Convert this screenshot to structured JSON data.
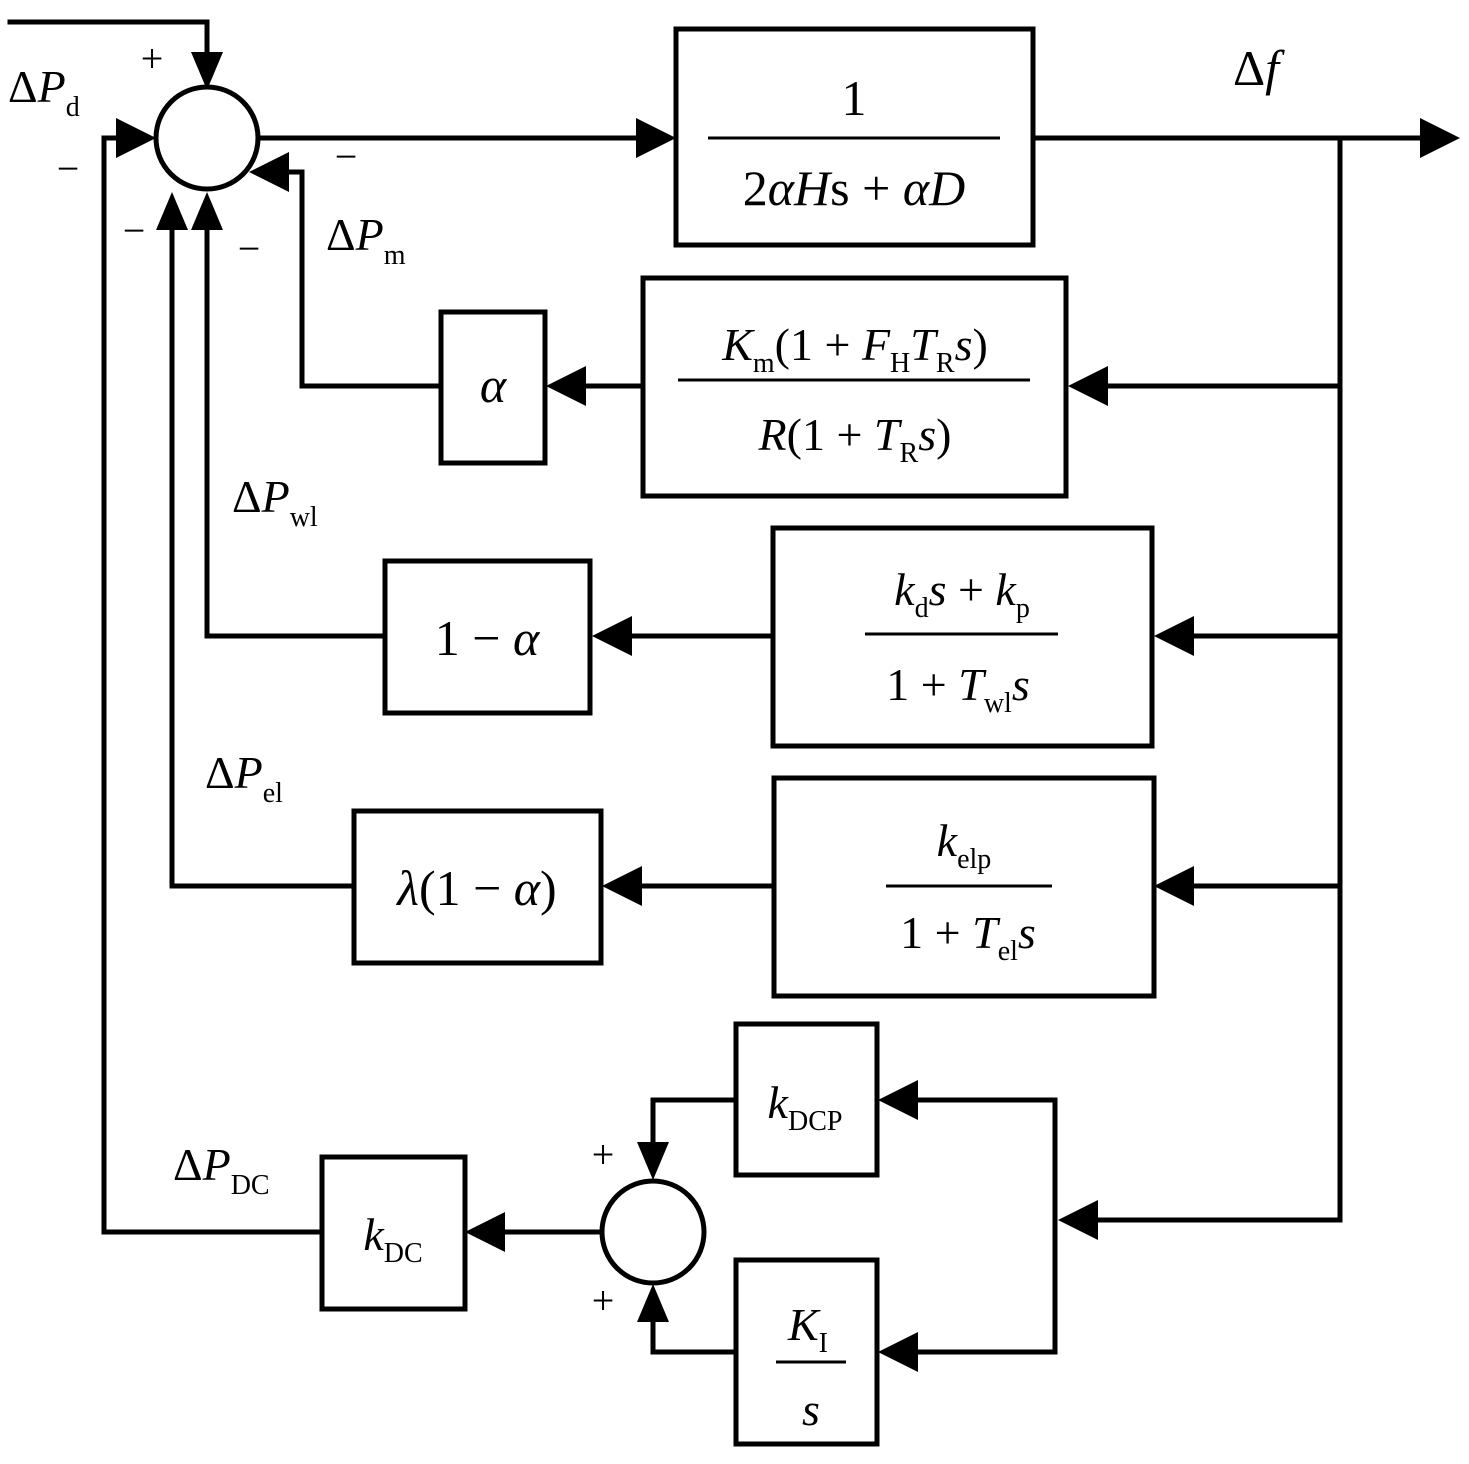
{
  "signals": {
    "dpd": {
      "delta": "Δ",
      "sym": "P",
      "sub": "d"
    },
    "dpm": {
      "delta": "Δ",
      "sym": "P",
      "sub": "m"
    },
    "dpwl": {
      "delta": "Δ",
      "sym": "P",
      "sub": "wl"
    },
    "dpel": {
      "delta": "Δ",
      "sym": "P",
      "sub": "el"
    },
    "dpdc": {
      "delta": "Δ",
      "sym": "P",
      "sub": "DC"
    },
    "df": {
      "delta": "Δ",
      "sym": "f"
    }
  },
  "signs": {
    "plus": "+",
    "minus": "−"
  },
  "blocks": {
    "plant": {
      "num": "1",
      "den": {
        "p1": "2",
        "p2": "αH",
        "p3": "s",
        "p4": " + ",
        "p5": "αD"
      }
    },
    "gov": {
      "num": {
        "k": "K",
        "ksub": "m",
        "a": "(1 + ",
        "f": "F",
        "fsub": "H",
        "t": "T",
        "tsub": "R",
        "s": "s",
        "close": ")"
      },
      "den": {
        "r": "R",
        "a": "(1 + ",
        "t": "T",
        "tsub": "R",
        "s": "s",
        "close": ")"
      }
    },
    "alpha": {
      "label": "α"
    },
    "wind_ctrl": {
      "num": {
        "k1": "k",
        "k1sub": "d",
        "s": "s",
        "plus": " + ",
        "k2": "k",
        "k2sub": "p"
      },
      "den": {
        "one": "1 + ",
        "t": "T",
        "tsub": "wl",
        "s": "s"
      }
    },
    "one_minus_alpha": {
      "one": "1 − ",
      "a": "α"
    },
    "el_ctrl": {
      "num": {
        "k": "k",
        "ksub": "elp"
      },
      "den": {
        "one": "1 + ",
        "t": "T",
        "tsub": "el",
        "s": "s"
      }
    },
    "lambda_block": {
      "l": "λ",
      "a": "(1 − ",
      "al": "α",
      "close": ")"
    },
    "kdcp": {
      "k": "k",
      "sub": "DCP"
    },
    "ki": {
      "num": {
        "k": "K",
        "sub": "I"
      },
      "den": "s"
    },
    "kdc": {
      "k": "k",
      "sub": "DC"
    }
  }
}
